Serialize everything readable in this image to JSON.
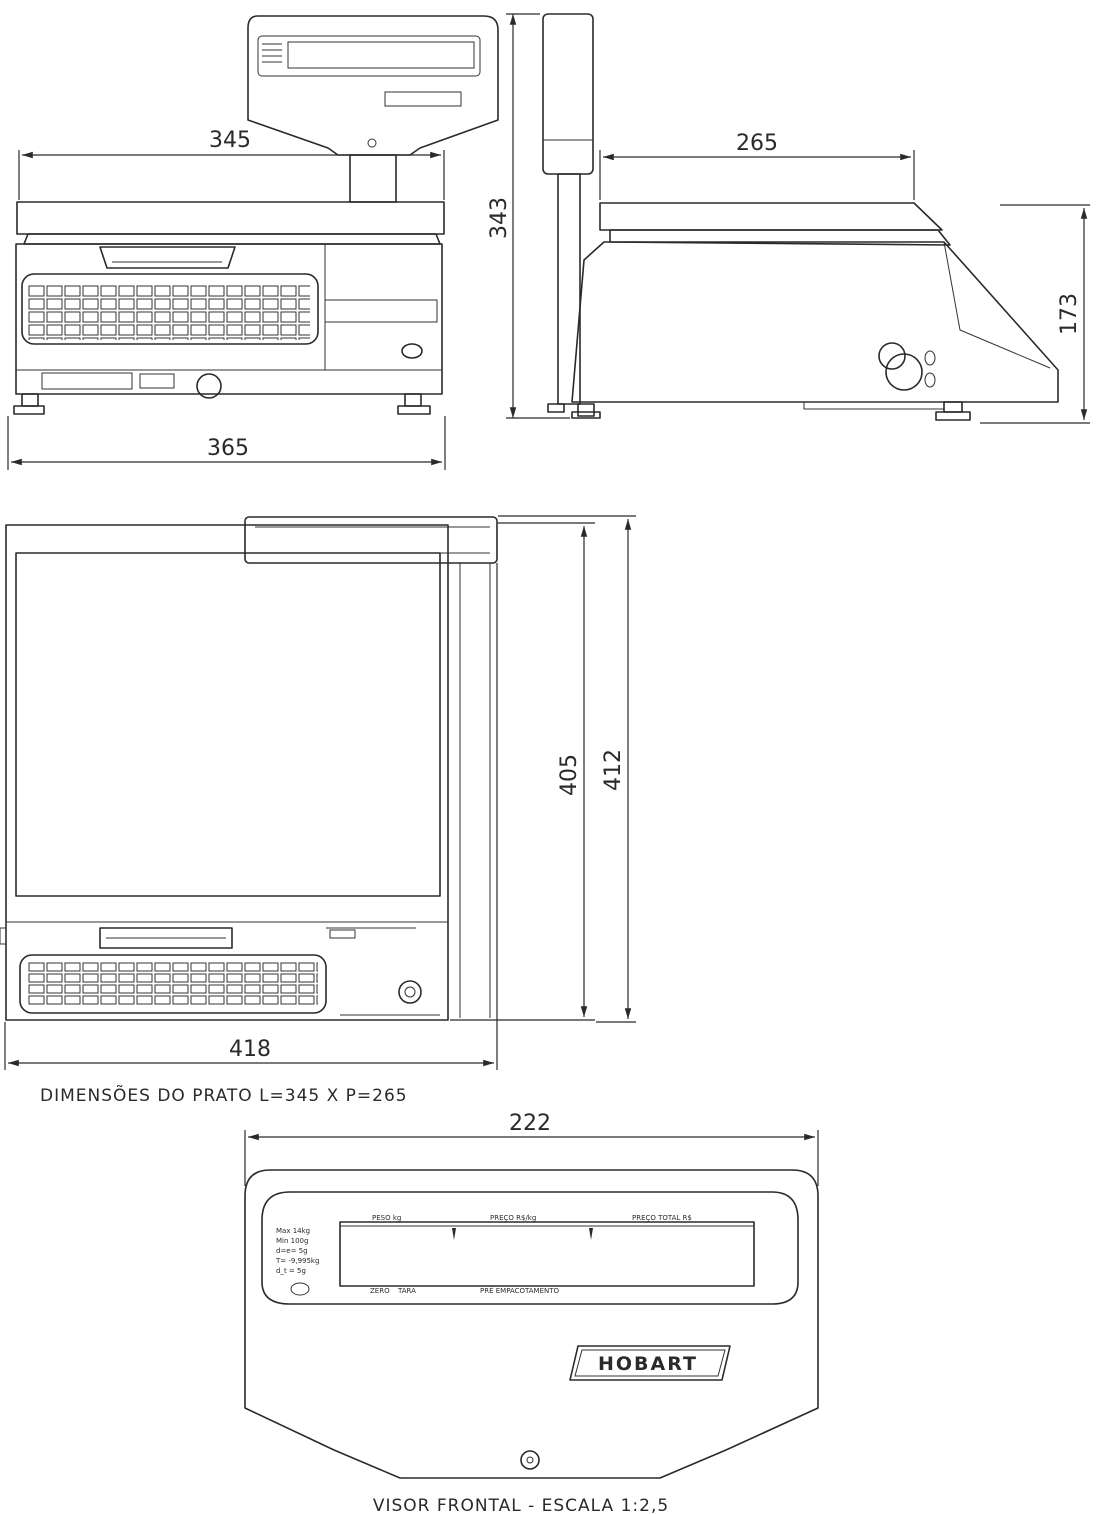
{
  "dimensions": {
    "front_plate_width": "345",
    "front_base_width": "365",
    "tower_height": "343",
    "side_plate_depth": "265",
    "side_body_height": "173",
    "top_inner_depth": "405",
    "top_outer_depth": "412",
    "top_total_width": "418",
    "display_width": "222"
  },
  "captions": {
    "plate_dimensions": "DIMENSÕES DO PRATO L=345 X P=265",
    "display_front": "VISOR FRONTAL - ESCALA 1:2,5"
  },
  "display": {
    "label_weight": "PESO kg",
    "label_price": "PREÇO R$/kg",
    "label_total": "PREÇO TOTAL R$",
    "specs": [
      "Max   14kg",
      "Min   100g",
      "d=e=    5g",
      "T= -9,995kg",
      "d_t =    5g"
    ],
    "indicator_zero": "ZERO",
    "indicator_tara": "TARA",
    "indicator_pre": "PRÉ EMPACOTAMENTO",
    "brand": "HOBART"
  }
}
